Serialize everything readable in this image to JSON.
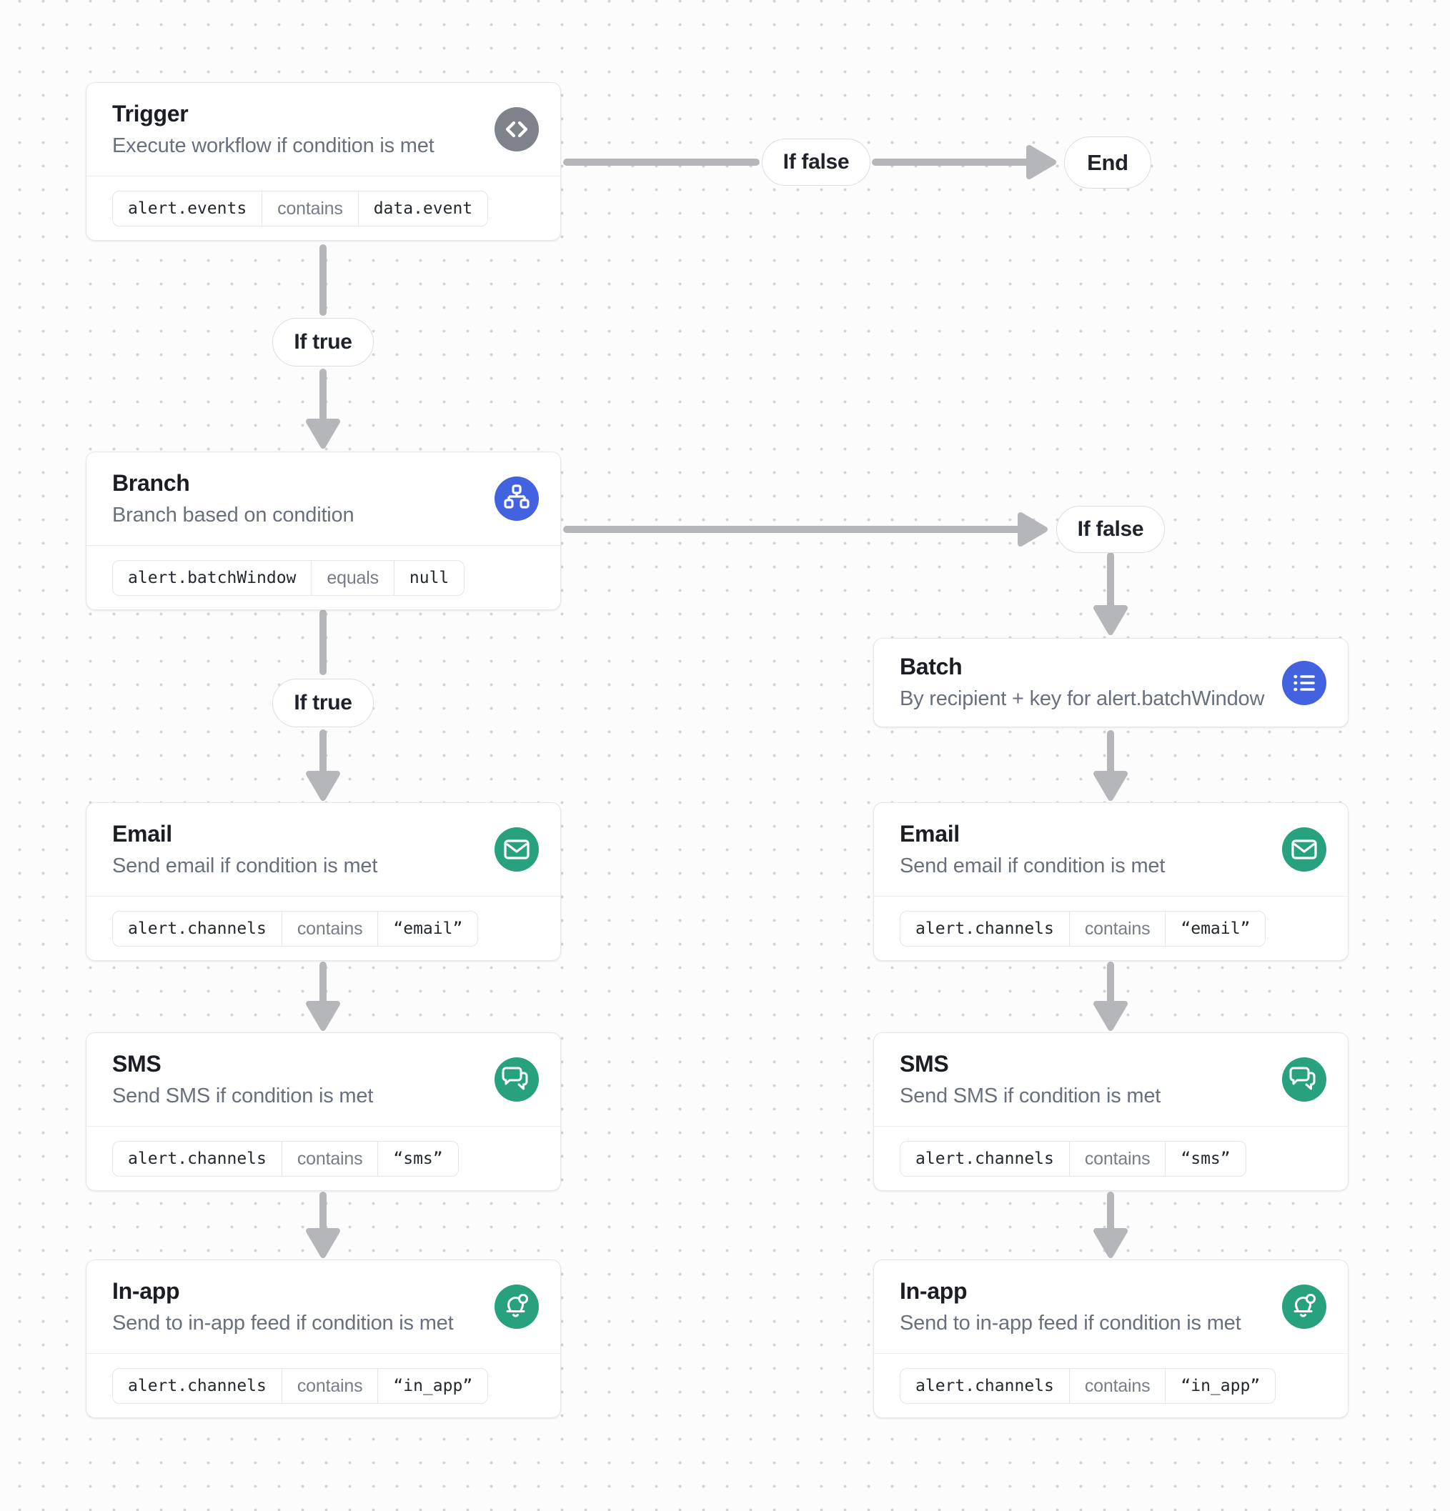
{
  "workflow": {
    "nodes": {
      "trigger": {
        "title": "Trigger",
        "subtitle": "Execute workflow if condition is met",
        "icon": "code-icon",
        "condition": {
          "field": "alert.events",
          "operator": "contains",
          "value": "data.event"
        }
      },
      "branch": {
        "title": "Branch",
        "subtitle": "Branch based on condition",
        "icon": "sitemap-icon",
        "condition": {
          "field": "alert.batchWindow",
          "operator": "equals",
          "value": "null"
        }
      },
      "batch": {
        "title": "Batch",
        "subtitle": "By recipient + key for alert.batchWindow",
        "icon": "list-icon"
      },
      "email": {
        "title": "Email",
        "subtitle": "Send email if condition is met",
        "icon": "envelope-icon",
        "condition": {
          "field": "alert.channels",
          "operator": "contains",
          "value": "“email”"
        }
      },
      "sms": {
        "title": "SMS",
        "subtitle": "Send SMS if condition is met",
        "icon": "chat-bubbles-icon",
        "condition": {
          "field": "alert.channels",
          "operator": "contains",
          "value": "“sms”"
        }
      },
      "inapp": {
        "title": "In-app",
        "subtitle": "Send to in-app feed if condition is met",
        "icon": "bell-icon",
        "condition": {
          "field": "alert.channels",
          "operator": "contains",
          "value": "“in_app”"
        }
      }
    },
    "edge_labels": {
      "if_true": "If true",
      "if_false": "If false",
      "end": "End"
    },
    "colors": {
      "accent_blue": "#4262df",
      "accent_green": "#27a17e",
      "accent_gray": "#7e828b",
      "arrow_gray": "#b4b6ba"
    }
  }
}
